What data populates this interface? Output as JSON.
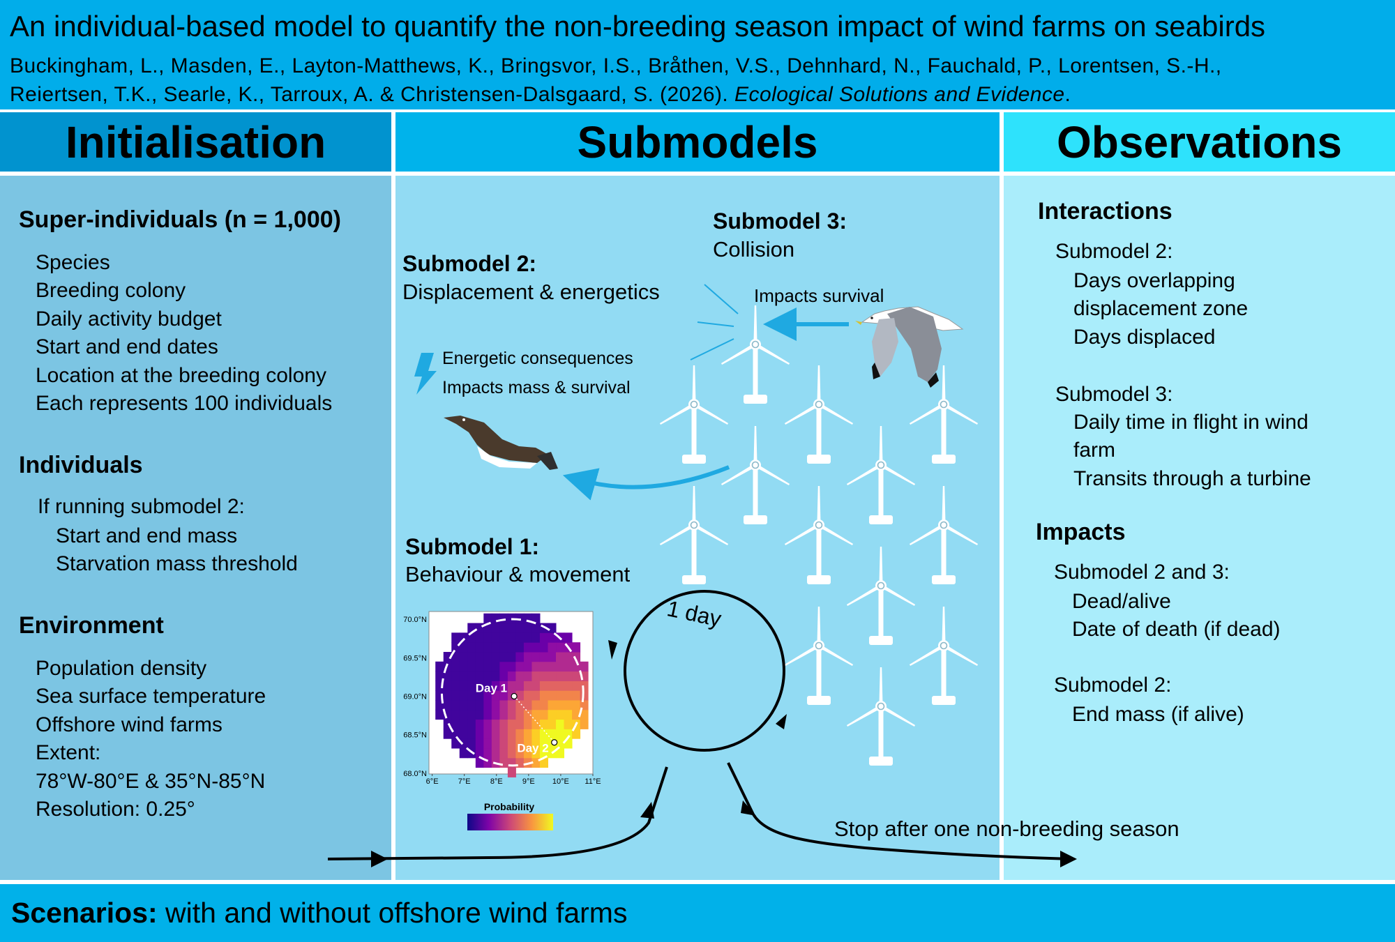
{
  "header": {
    "title": "An individual-based model to quantify the non-breeding season impact of wind farms on seabirds",
    "authors_line1": "Buckingham, L., Masden, E., Layton-Matthews, K., Bringsvor, I.S., Bråthen, V.S., Dehnhard, N., Fauchald, P., Lorentsen, S.-H.,",
    "authors_line2": "Reiertsen, T.K., Searle, K., Tarroux, A. & Christensen-Dalsgaard, S. (2026).",
    "journal": "Ecological Solutions and Evidence",
    "journal_end": "."
  },
  "columns": {
    "initialisation": "Initialisation",
    "submodels": "Submodels",
    "observations": "Observations"
  },
  "initialisation": {
    "super_heading": "Super-individuals (n = 1,000)",
    "super_items": [
      "Species",
      "Breeding colony",
      "Daily activity budget",
      "Start and end dates",
      "Location at the breeding colony",
      "Each represents 100 individuals"
    ],
    "individuals_heading": "Individuals",
    "individuals_sub": "If running submodel 2:",
    "individuals_items": [
      "Start and end mass",
      "Starvation mass threshold"
    ],
    "environment_heading": "Environment",
    "environment_items": [
      "Population density",
      "Sea surface temperature",
      "Offshore wind farms",
      "Extent:",
      "78°W-80°E & 35°N-85°N",
      "Resolution: 0.25°"
    ]
  },
  "submodels": {
    "sm3_title": "Submodel 3:",
    "sm3_name": "Collision",
    "sm3_impact": "Impacts survival",
    "sm2_title": "Submodel 2:",
    "sm2_name": "Displacement & energetics",
    "sm2_line1": "Energetic consequences",
    "sm2_line2": "Impacts mass & survival",
    "sm1_title": "Submodel 1:",
    "sm1_name": "Behaviour & movement",
    "cycle_label": "1 day",
    "stop_label": "Stop after one non-breeding season",
    "colors": {
      "arrow_blue": "#1fa9e1",
      "turbine": "#ffffff"
    },
    "icons": [
      "lightning-icon",
      "guillemot-icon",
      "kittiwake-icon",
      "wind-turbine-icon"
    ]
  },
  "chart_data": {
    "type": "heatmap",
    "title": "",
    "xlabel": "",
    "ylabel": "",
    "x_ticks": [
      "6°E",
      "7°E",
      "8°E",
      "9°E",
      "10°E",
      "11°E"
    ],
    "y_ticks": [
      "70.0°N",
      "69.5°N",
      "69.0°N",
      "68.5°N",
      "68.0°N"
    ],
    "xlim": [
      5.9,
      11.0
    ],
    "ylim": [
      67.99,
      70.1
    ],
    "colorbar_label": "Probability",
    "colormap": "plasma",
    "annotations": [
      {
        "label": "Day 1",
        "lon": 8.55,
        "lat": 69.0
      },
      {
        "label": "Day 2",
        "lon": 9.8,
        "lat": 68.4
      }
    ]
  },
  "observations": {
    "interactions_heading": "Interactions",
    "int_sm2": "Submodel 2:",
    "int_sm2_items": [
      "Days overlapping",
      "displacement zone",
      "Days displaced"
    ],
    "int_sm3": "Submodel 3:",
    "int_sm3_items": [
      "Daily time in flight in wind",
      "farm",
      "Transits through a turbine"
    ],
    "impacts_heading": "Impacts",
    "imp_sm23": "Submodel 2 and 3:",
    "imp_sm23_items": [
      "Dead/alive",
      "Date of death (if dead)"
    ],
    "imp_sm2": "Submodel 2:",
    "imp_sm2_items": [
      "End mass (if alive)"
    ]
  },
  "footer": {
    "label": "Scenarios:",
    "text": " with and without offshore wind farms"
  }
}
